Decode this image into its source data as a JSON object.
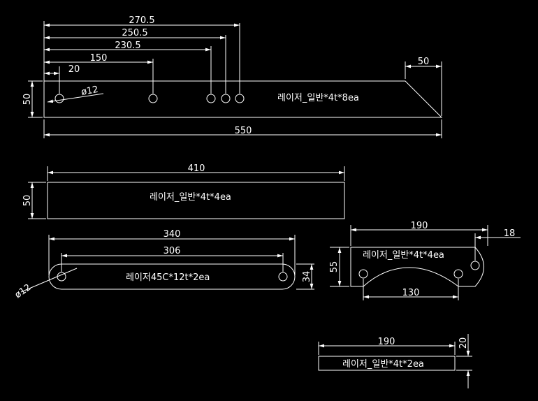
{
  "colors": {
    "background": "#000000",
    "lines": "#ffffff"
  },
  "part1": {
    "label": "레이저_일반*4t*8ea",
    "dims": {
      "d270": "270.5",
      "d250": "250.5",
      "d230": "230.5",
      "d150": "150",
      "d20": "20",
      "d50h": "50",
      "d50w": "50",
      "d550": "550",
      "dia": "ø12"
    }
  },
  "part2": {
    "label": "레이저_일반*4t*4ea",
    "dims": {
      "d410": "410",
      "d50": "50"
    }
  },
  "part3": {
    "label": "레이저45C*12t*2ea",
    "dims": {
      "d340": "340",
      "d306": "306",
      "d34": "34",
      "dia": "ø12"
    }
  },
  "part4": {
    "label": "레이저_일반*4t*4ea",
    "dims": {
      "d190": "190",
      "d18": "18",
      "d55": "55",
      "d130": "130"
    }
  },
  "part5": {
    "label": "레이저_일반*4t*2ea",
    "dims": {
      "d190": "190",
      "d20": "20"
    }
  }
}
